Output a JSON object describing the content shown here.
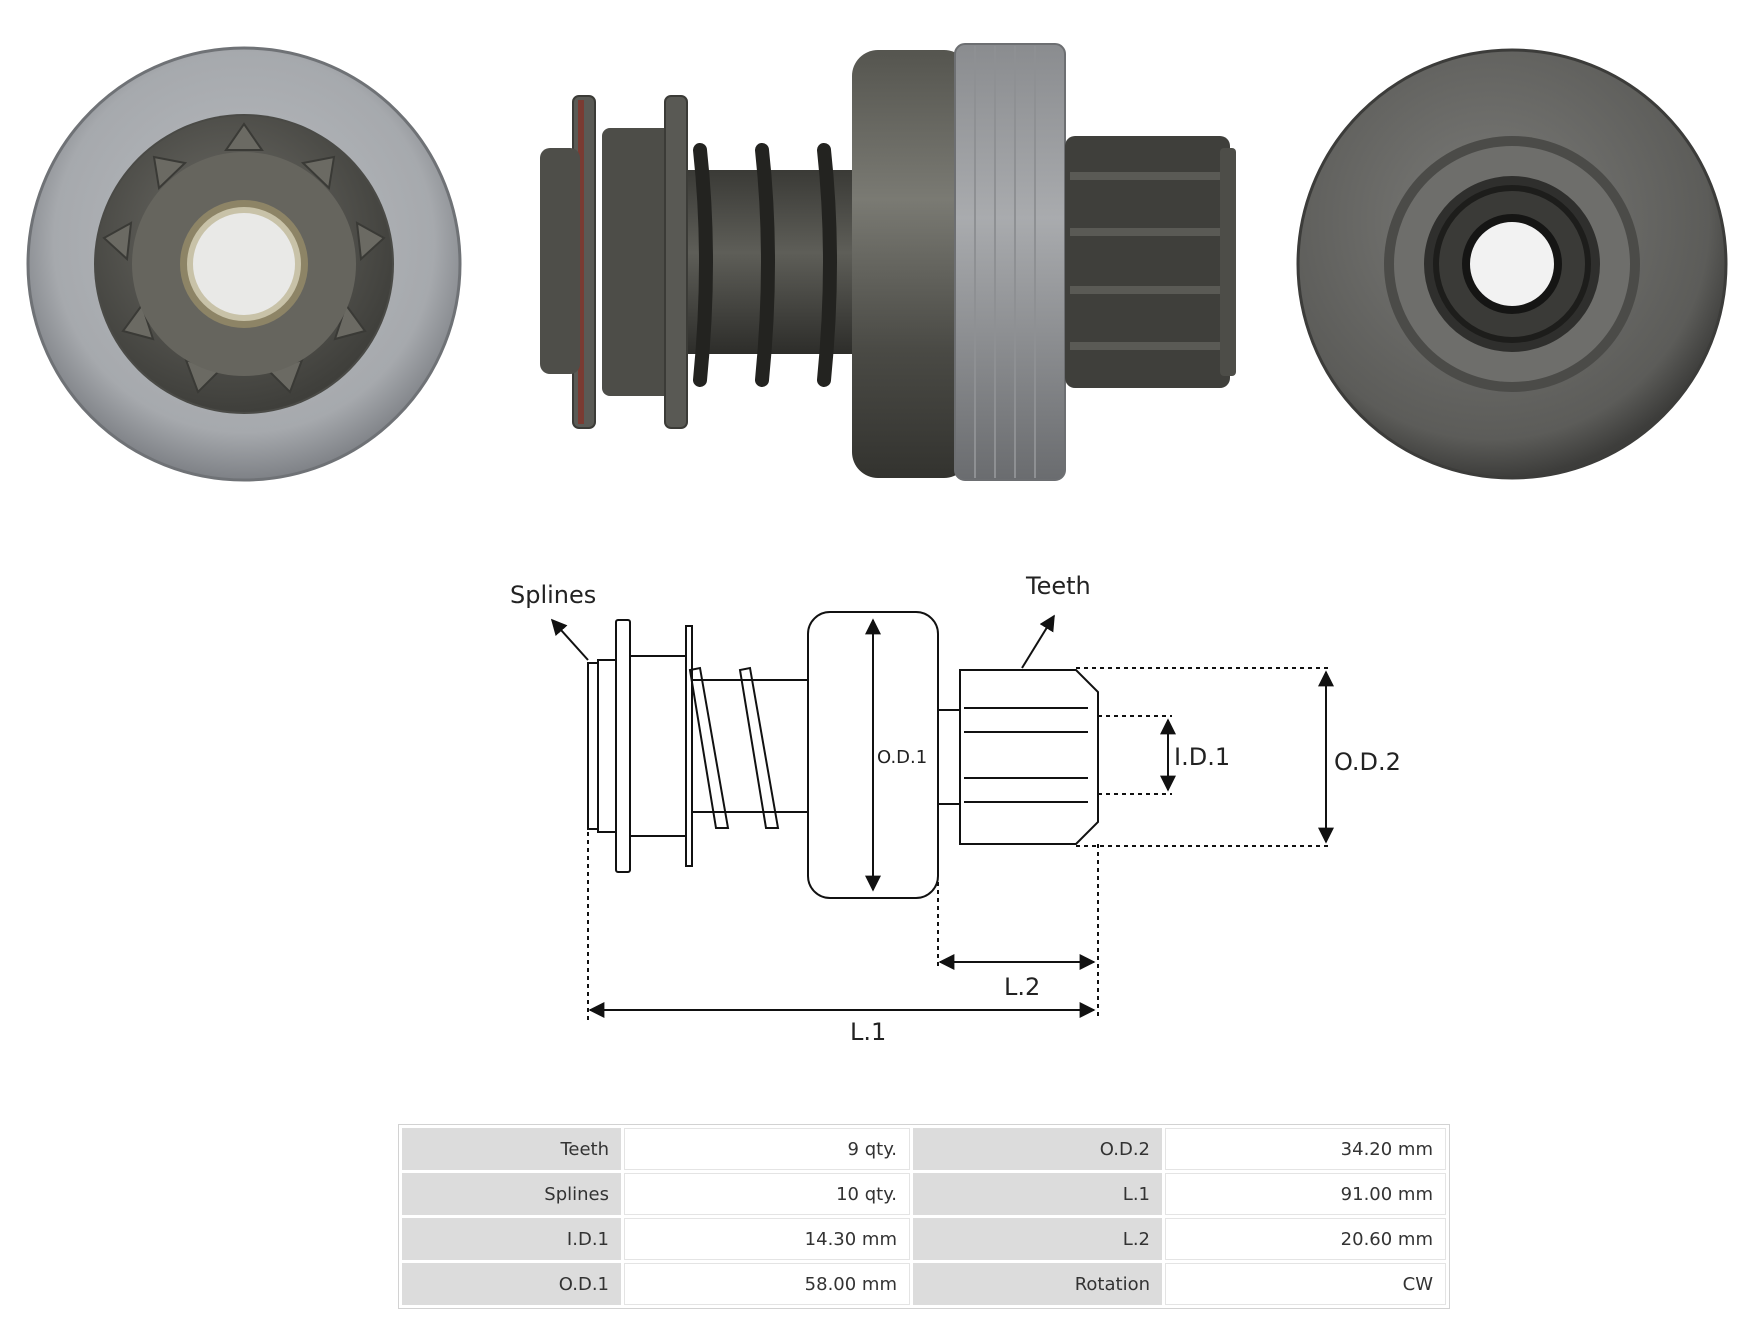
{
  "diagram": {
    "labels": {
      "splines": "Splines",
      "teeth": "Teeth",
      "od1": "O.D.1",
      "id1": "I.D.1",
      "od2": "O.D.2",
      "l2": "L.2",
      "l1": "L.1"
    }
  },
  "photos": [
    {
      "view": "front-pinion-view"
    },
    {
      "view": "side-view"
    },
    {
      "view": "rear-view"
    }
  ],
  "specs": {
    "rows": [
      {
        "k1": "Teeth",
        "v1": "9 qty.",
        "k2": "O.D.2",
        "v2": "34.20 mm"
      },
      {
        "k1": "Splines",
        "v1": "10 qty.",
        "k2": "L.1",
        "v2": "91.00 mm"
      },
      {
        "k1": "I.D.1",
        "v1": "14.30 mm",
        "k2": "L.2",
        "v2": "20.60 mm"
      },
      {
        "k1": "O.D.1",
        "v1": "58.00 mm",
        "k2": "Rotation",
        "v2": "CW"
      }
    ]
  }
}
